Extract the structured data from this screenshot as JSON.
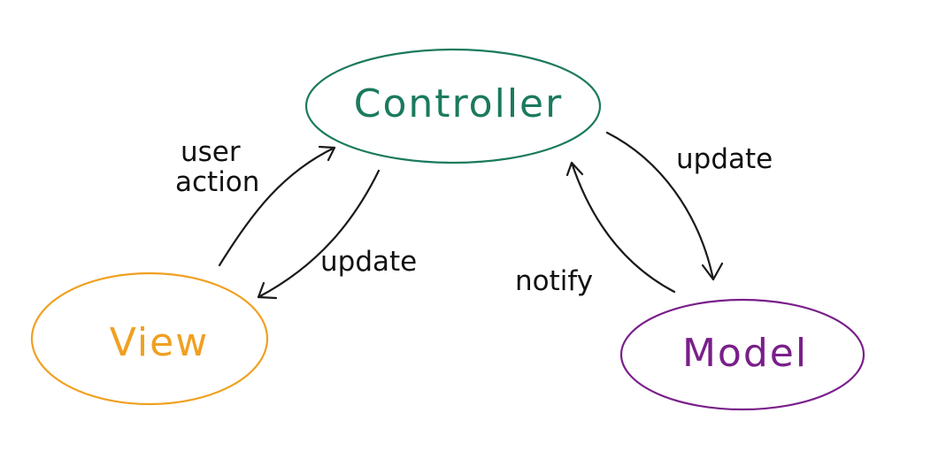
{
  "nodes": {
    "controller": {
      "label": "Controller",
      "color": "#1b7a5e"
    },
    "view": {
      "label": "View",
      "color": "#f0a020"
    },
    "model": {
      "label": "Model",
      "color": "#7a1f8a"
    }
  },
  "edges": {
    "view_to_controller": {
      "label_line1": "user",
      "label_line2": "action"
    },
    "controller_to_view": {
      "label": "update"
    },
    "controller_to_model": {
      "label": "update"
    },
    "model_to_controller": {
      "label": "notify"
    }
  }
}
